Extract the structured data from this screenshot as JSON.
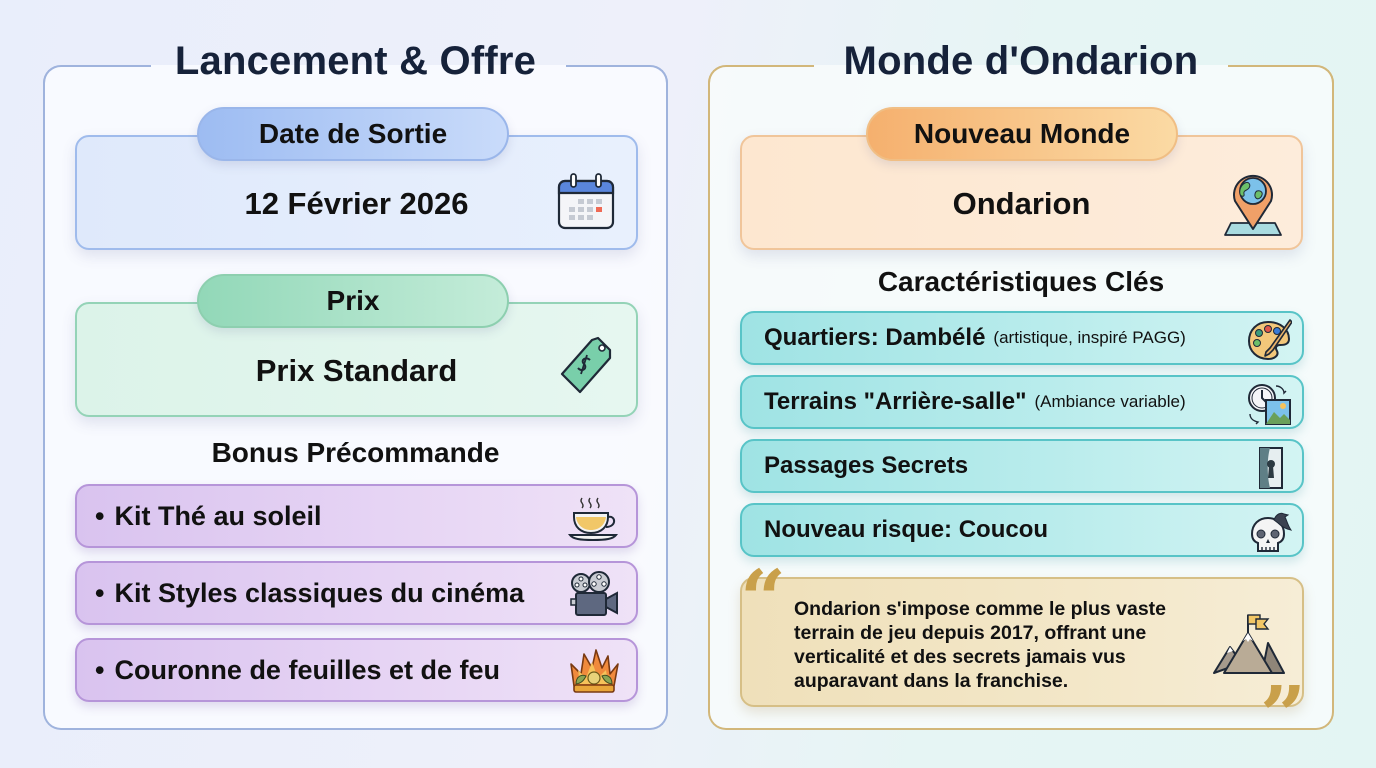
{
  "left_panel": {
    "title": "Lancement & Offre",
    "release": {
      "label": "Date de Sortie",
      "value": "12 Février 2026",
      "icon": "calendar-icon"
    },
    "price": {
      "label": "Prix",
      "value": "Prix Standard",
      "icon": "price-tag-icon"
    },
    "bonus": {
      "heading": "Bonus Précommande",
      "items": [
        {
          "bullet": "•",
          "label": "Kit Thé au soleil",
          "icon": "tea-cup-icon"
        },
        {
          "bullet": "•",
          "label": "Kit Styles classiques du cinéma",
          "icon": "movie-camera-icon"
        },
        {
          "bullet": "•",
          "label": "Couronne de feuilles et de feu",
          "icon": "leaf-fire-crown-icon"
        }
      ]
    }
  },
  "right_panel": {
    "title": "Monde d'Ondarion",
    "world": {
      "label": "Nouveau Monde",
      "value": "Ondarion",
      "icon": "globe-location-pin-icon"
    },
    "features": {
      "heading": "Caractéristiques Clés",
      "items": [
        {
          "label": "Quartiers: Dambélé",
          "note": "(artistique, inspiré PAGG)",
          "icon": "paint-palette-icon"
        },
        {
          "label": "Terrains \"Arrière-salle\"",
          "note": "(Ambiance variable)",
          "icon": "clock-landscape-icon"
        },
        {
          "label": "Passages Secrets",
          "note": "",
          "icon": "keyhole-door-icon"
        },
        {
          "label": "Nouveau risque: Coucou",
          "note": "",
          "icon": "skull-crow-icon"
        }
      ]
    },
    "quote": {
      "open_mark": "“",
      "close_mark": "”",
      "text": "Ondarion s'impose comme le plus vaste terrain de jeu depuis 2017, offrant une verticalité et des secrets jamais vus auparavant dans la franchise.",
      "icon": "mountain-flag-icon"
    }
  },
  "colors": {
    "blue_accent": "#8fb0ee",
    "green_accent": "#8fd4b4",
    "purple_accent": "#b695d9",
    "orange_accent": "#f2b779",
    "teal_accent": "#58c4c7",
    "gold_accent": "#c9a04a",
    "title_text": "#16223a"
  }
}
